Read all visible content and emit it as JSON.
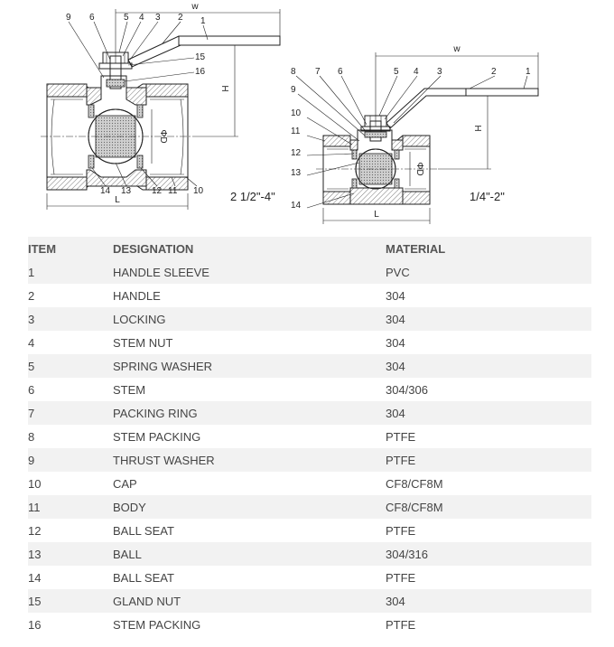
{
  "drawing_left": {
    "caption": "2 1/2\"-4\"",
    "callouts": [
      "9",
      "6",
      "5",
      "4",
      "3",
      "2",
      "1",
      "15",
      "16",
      "14",
      "13",
      "12",
      "11",
      "10"
    ],
    "dim_w": "w",
    "dim_h": "H",
    "dim_l": "L",
    "dim_d": "ΦD"
  },
  "drawing_right": {
    "caption": "1/4\"-2\"",
    "callouts": [
      "8",
      "7",
      "6",
      "5",
      "4",
      "3",
      "2",
      "1",
      "9",
      "10",
      "11",
      "12",
      "13",
      "14"
    ],
    "dim_w": "w",
    "dim_h": "H",
    "dim_l": "L",
    "dim_d": "ΦD"
  },
  "table": {
    "headers": {
      "item": "ITEM",
      "designation": "DESIGNATION",
      "material": "MATERIAL"
    },
    "rows": [
      {
        "item": "1",
        "designation": "HANDLE SLEEVE",
        "material": "PVC"
      },
      {
        "item": "2",
        "designation": "HANDLE",
        "material": "304"
      },
      {
        "item": "3",
        "designation": "LOCKING",
        "material": "304"
      },
      {
        "item": "4",
        "designation": "STEM NUT",
        "material": "304"
      },
      {
        "item": "5",
        "designation": "SPRING WASHER",
        "material": "304"
      },
      {
        "item": "6",
        "designation": "STEM",
        "material": "304/306"
      },
      {
        "item": "7",
        "designation": "PACKING RING",
        "material": "304"
      },
      {
        "item": "8",
        "designation": "STEM PACKING",
        "material": "PTFE"
      },
      {
        "item": "9",
        "designation": "THRUST WASHER",
        "material": "PTFE"
      },
      {
        "item": "10",
        "designation": "CAP",
        "material": "CF8/CF8M"
      },
      {
        "item": "11",
        "designation": "BODY",
        "material": "CF8/CF8M"
      },
      {
        "item": "12",
        "designation": "BALL SEAT",
        "material": "PTFE"
      },
      {
        "item": "13",
        "designation": "BALL",
        "material": "304/316"
      },
      {
        "item": "14",
        "designation": "BALL SEAT",
        "material": "PTFE"
      },
      {
        "item": "15",
        "designation": "GLAND NUT",
        "material": "304"
      },
      {
        "item": "16",
        "designation": "STEM PACKING",
        "material": "PTFE"
      }
    ]
  }
}
